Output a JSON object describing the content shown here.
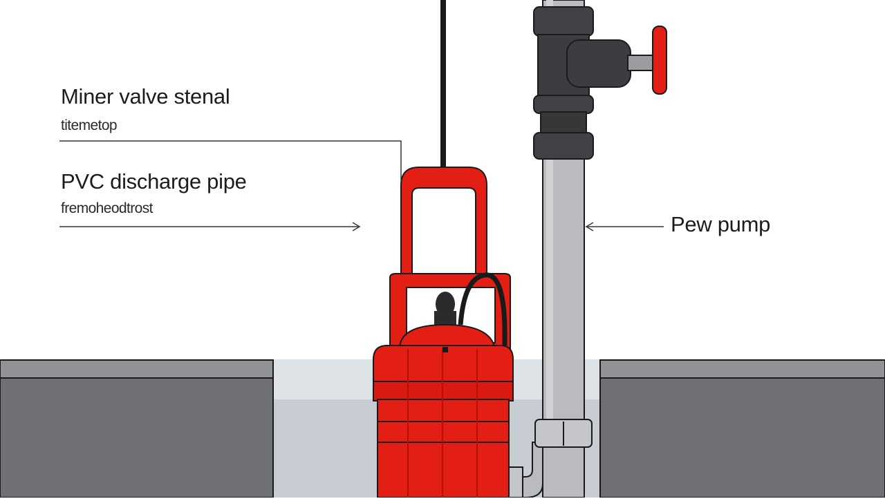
{
  "labels": {
    "valve_title": "Miner valve stenal",
    "valve_sub": "titemetop",
    "pipe_title": "PVC discharge pipe",
    "pipe_sub": "fremoheodtrost",
    "pump_title": "Pew pump"
  },
  "colors": {
    "pump_red": "#e31e14",
    "pump_red_dark": "#b50f0a",
    "pipe_gray": "#b7b9bc",
    "fitting_dark": "#3b3d40",
    "ground_dark": "#6b6d70",
    "ground_top": "#8e9093",
    "water_light": "#d6dbe0",
    "outline": "#1a1a1a"
  },
  "icons": {
    "valve_handle": "red-valve-handle-icon"
  }
}
